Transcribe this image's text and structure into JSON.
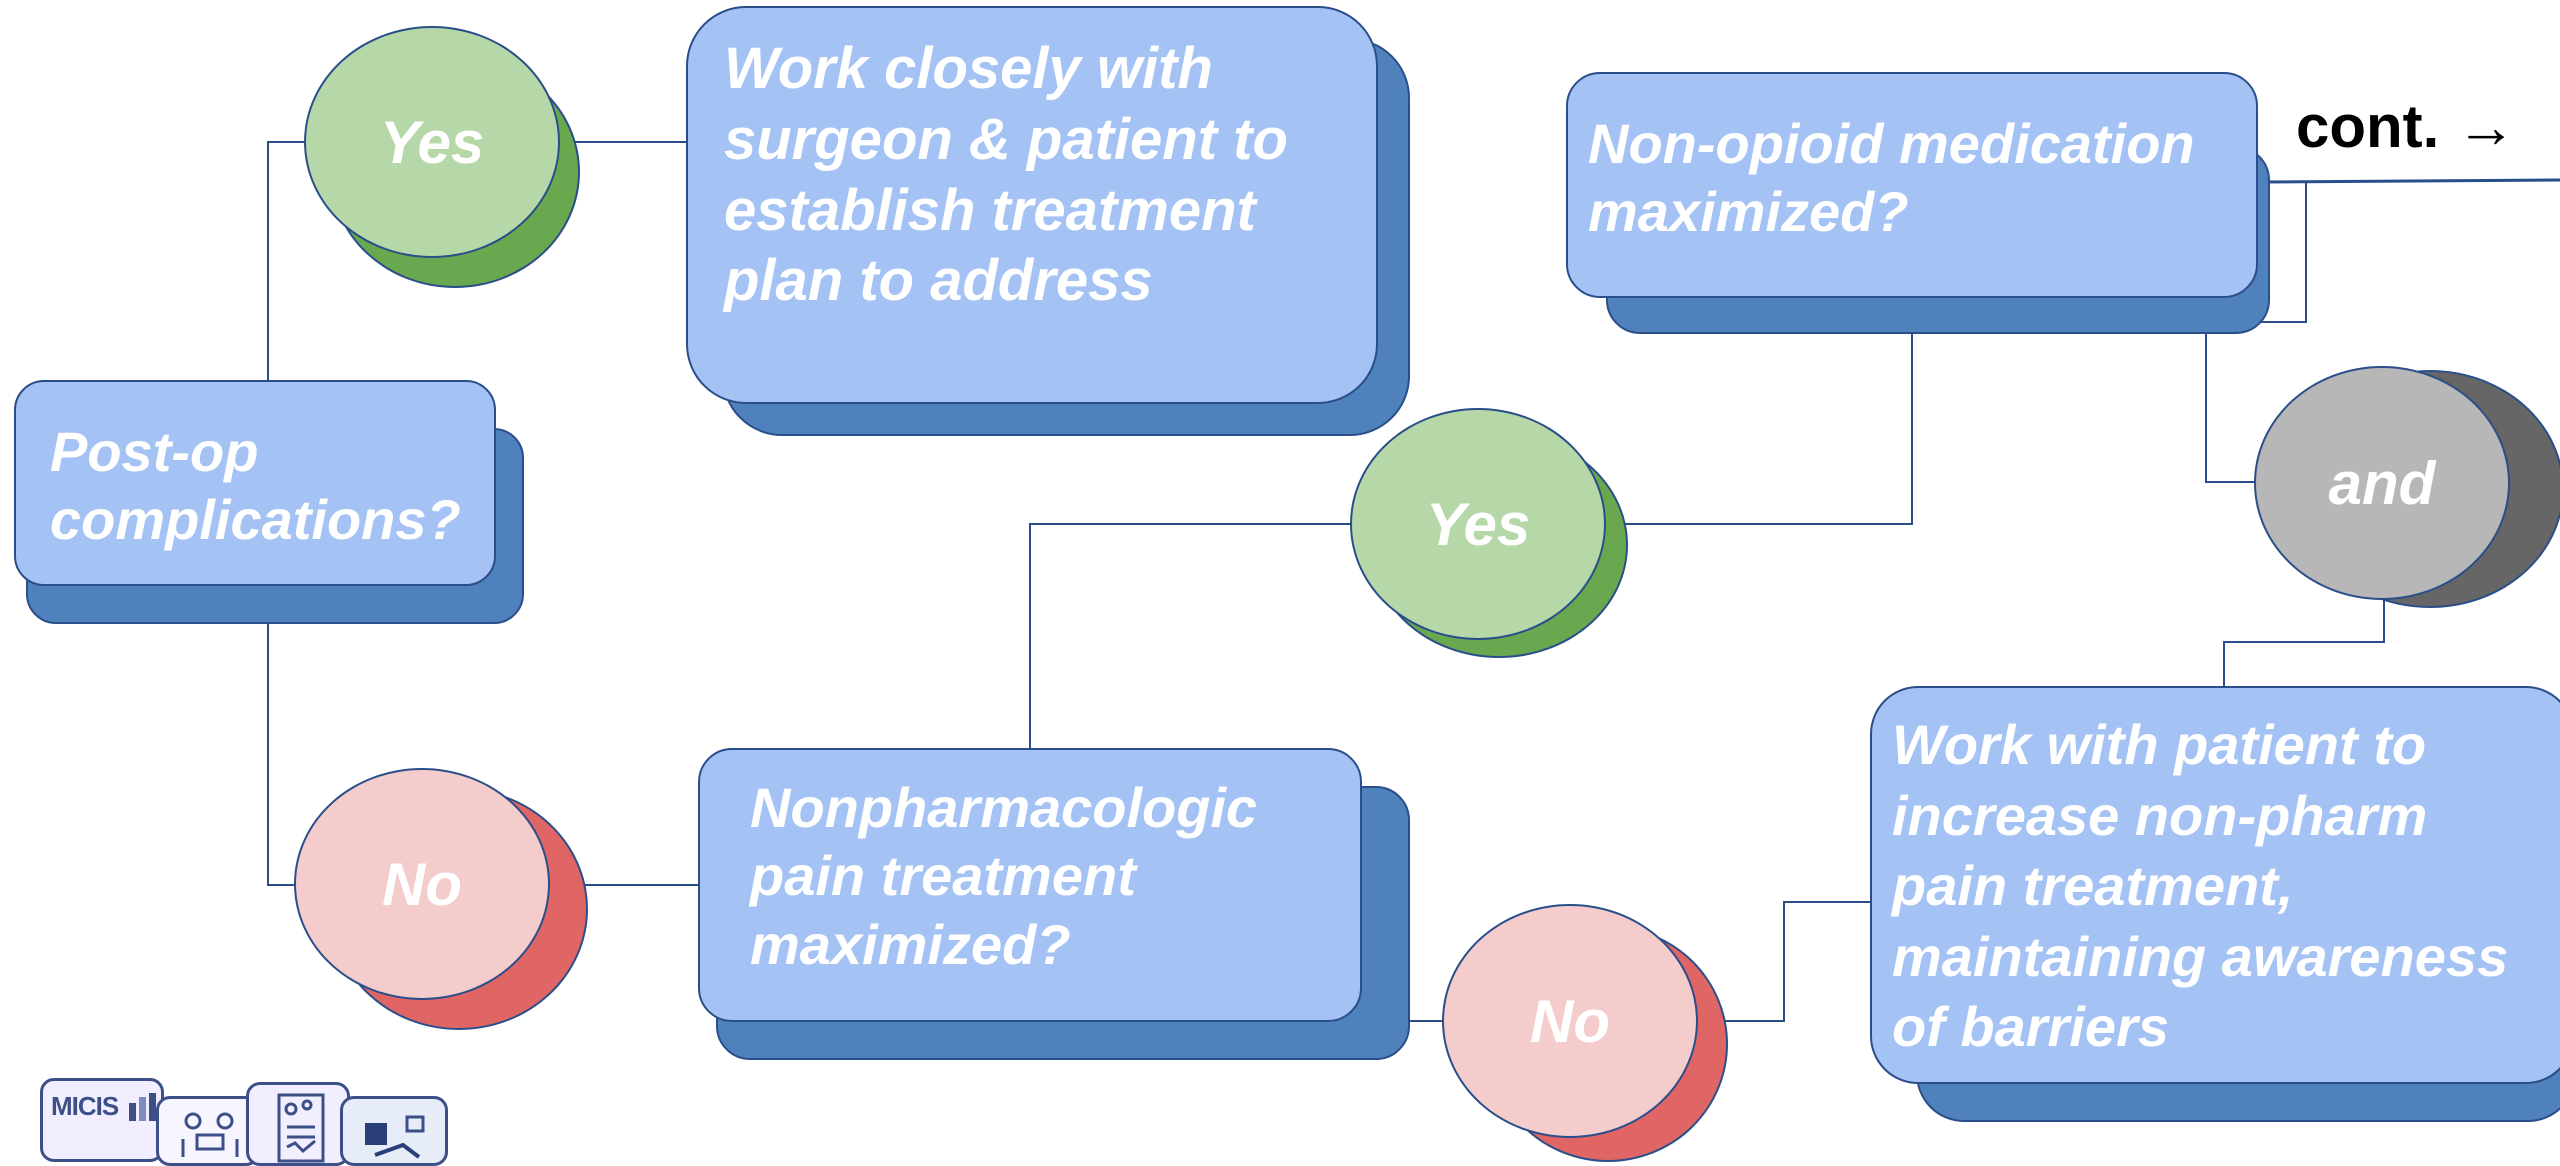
{
  "diagram": {
    "post_op_box": "Post-op complications?",
    "yes_top_label": "Yes",
    "surgeon_box": "Work closely with surgeon & patient to establish treatment plan to address",
    "no_left_label": "No",
    "nonpharm_box": "Nonpharmacologic pain treatment maximized?",
    "yes_mid_label": "Yes",
    "nonopioid_box": "Non-opioid medication maximized?",
    "cont_label": "cont. →",
    "and_label": "and",
    "no_right_label": "No",
    "work_patient_box": "Work with patient to increase non-pharm pain treatment, maintaining awareness of barriers"
  },
  "logo": {
    "text": "MICIS",
    "icons": [
      "meeting-icon",
      "checklist-icon",
      "chart-icon"
    ]
  },
  "colors": {
    "box_fill": "#a4c2f4",
    "box_shadow": "#4f81bd",
    "outline": "#2a4e8a",
    "yes_fill": "#b6d7a8",
    "yes_shadow": "#6aa84f",
    "no_fill": "#f4cccc",
    "no_shadow": "#e06666",
    "and_fill": "#b7b7b7",
    "and_shadow": "#666666"
  }
}
